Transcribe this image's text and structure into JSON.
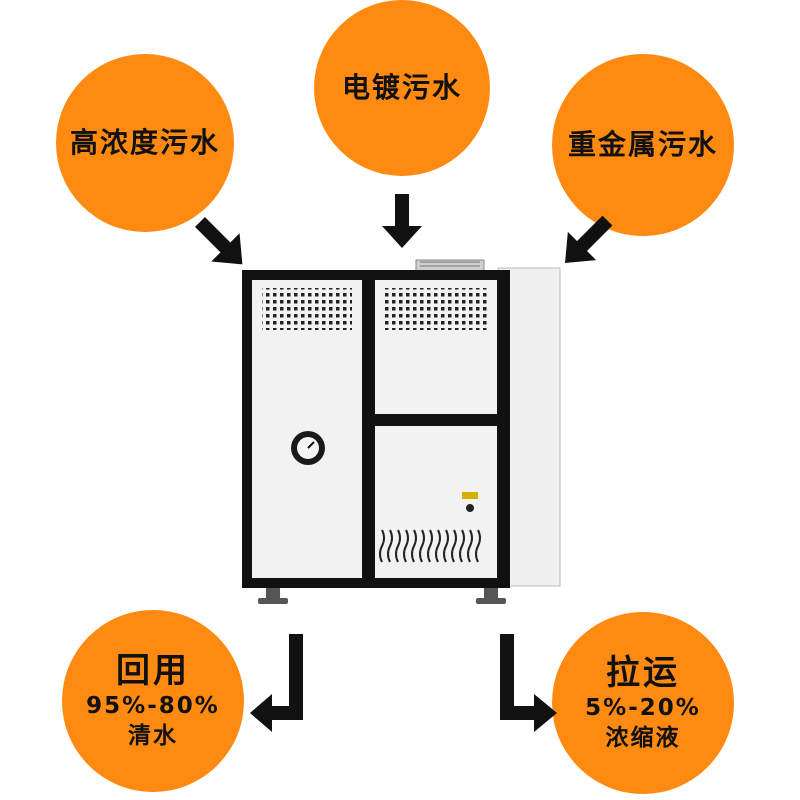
{
  "circles": {
    "top": "电镀污水",
    "left": "高浓度污水",
    "right": "重金属污水",
    "bottom_left": {
      "title": "回用",
      "line1": "95%-80%",
      "line2": "清水"
    },
    "bottom_right": {
      "title": "拉运",
      "line1": "5%-20%",
      "line2": "浓缩液"
    }
  },
  "colors": {
    "circle": "#ff8a12",
    "text": "#111111",
    "arrow": "#111111",
    "frame": "#111111",
    "panel": "#f2f2f2"
  }
}
